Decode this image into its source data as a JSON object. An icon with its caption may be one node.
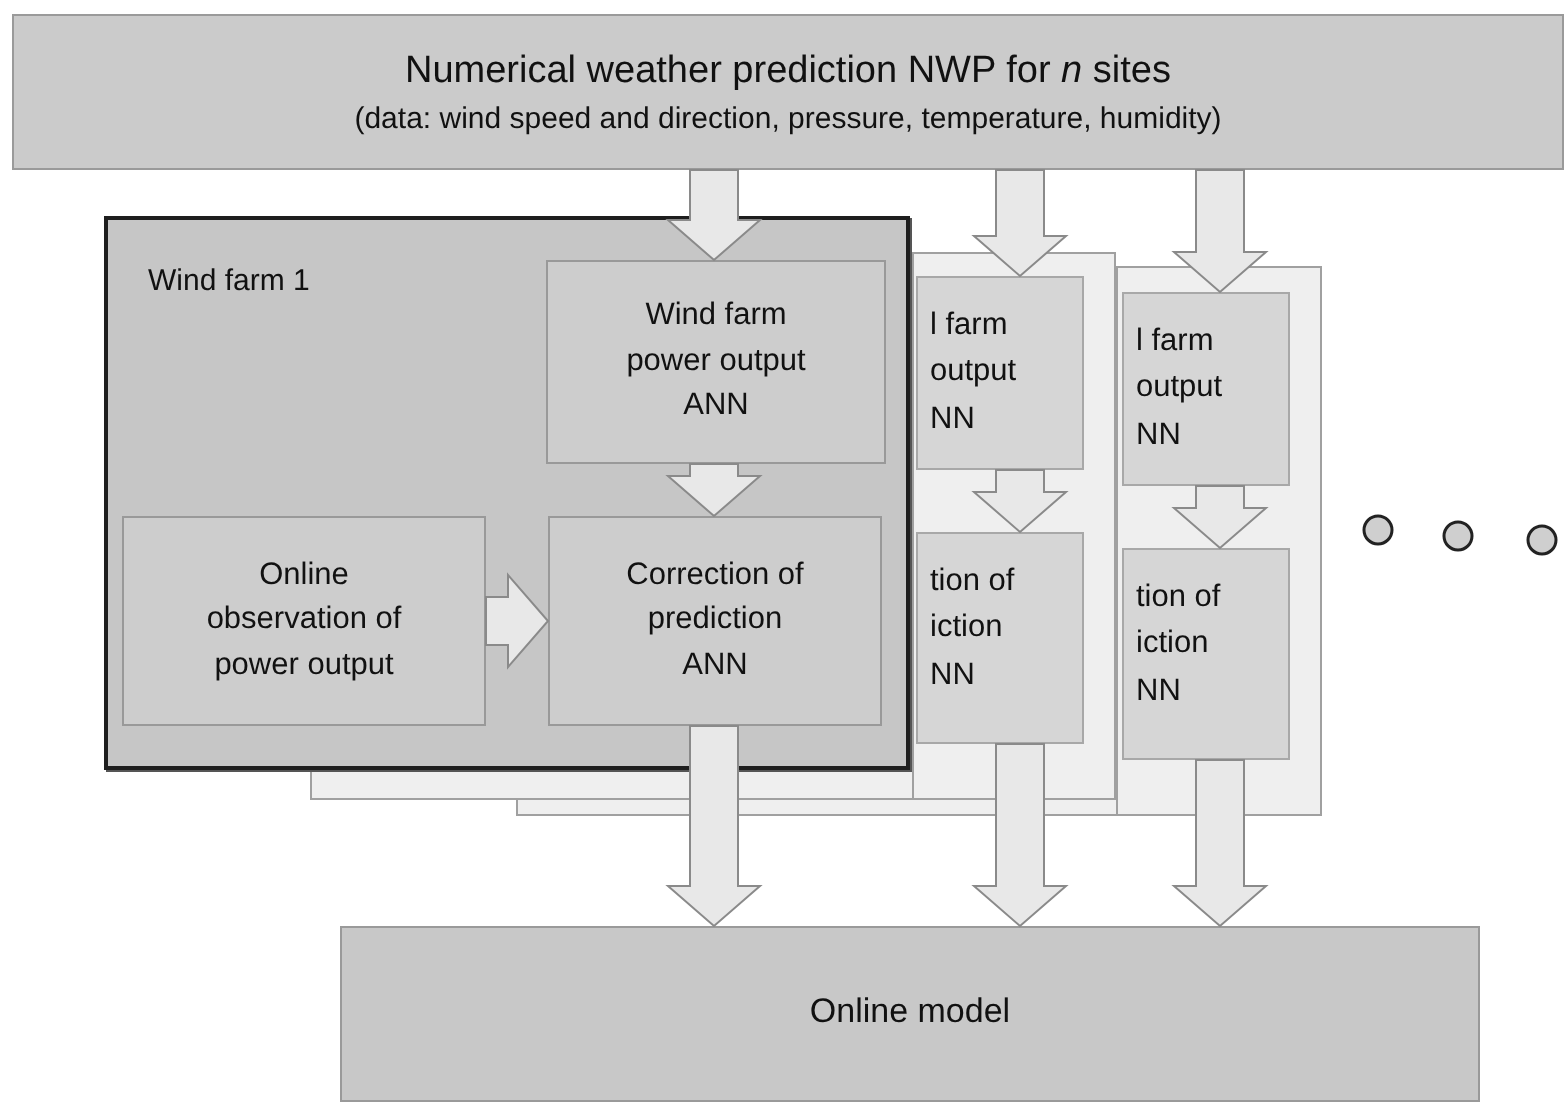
{
  "diagram": {
    "nodes": [
      {
        "text": [
          "Numerical weather prediction NWP for *n* sites",
          "(data: wind speed and direction, pressure, temperature, humidity)"
        ]
      },
      {
        "text": [
          "Wind farm 1"
        ]
      },
      {
        "text": [
          "Wind farm power output ANN"
        ],
        "in": 1
      },
      {
        "text": [
          "Online observation of power output"
        ],
        "in": 1
      },
      {
        "text": [
          "Correction of prediction ANN"
        ],
        "in": 1
      },
      {
        "text": [],
        "shape": "box"
      },
      {
        "text": [
          "l farm output NN"
        ],
        "in": 5
      },
      {
        "text": [
          "tion of iction NN"
        ],
        "in": 5
      },
      {
        "text": [],
        "shape": "box"
      },
      {
        "text": [
          "l farm output NN"
        ],
        "in": 8
      },
      {
        "text": [
          "tion of iction NN"
        ],
        "in": 8
      },
      {
        "text": [
          "Online model"
        ]
      }
    ],
    "edges": [
      {
        "from": 0,
        "to": 2,
        "arrow": "to"
      },
      {
        "from": 0,
        "to": 6,
        "arrow": "to"
      },
      {
        "from": 0,
        "to": 9,
        "arrow": "to"
      },
      {
        "from": 2,
        "to": 4,
        "arrow": "to"
      },
      {
        "from": 6,
        "to": 7,
        "arrow": "to"
      },
      {
        "from": 9,
        "to": 10,
        "arrow": "to"
      },
      {
        "from": 3,
        "to": 4,
        "arrow": "to"
      },
      {
        "from": 4,
        "to": 11,
        "arrow": "to"
      },
      {
        "from": 7,
        "to": 11,
        "arrow": "to"
      },
      {
        "from": 10,
        "to": 11,
        "arrow": "to"
      }
    ]
  }
}
